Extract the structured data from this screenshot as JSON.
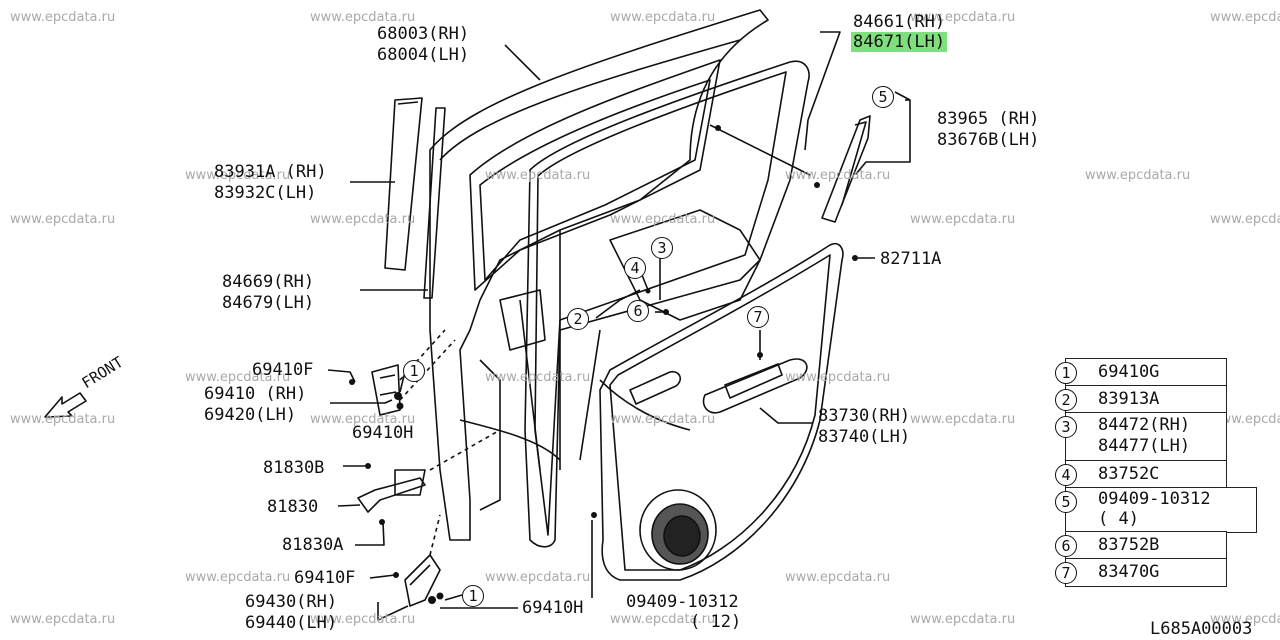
{
  "watermark": "www.epcdata.ru",
  "diagram_code": "L685A00003",
  "labels": {
    "p68003": "68003(RH)",
    "p68004": "68004(LH)",
    "p84661": "84661(RH)",
    "p84671": "84671(LH)",
    "p83965": "83965 (RH)",
    "p83676b": "83676B(LH)",
    "p83931a": "83931A (RH)",
    "p83932c": "83932C(LH)",
    "p84669": "84669(RH)",
    "p84679": "84679(LH)",
    "p82711a": "82711A",
    "p69410f_top": "69410F",
    "p69410": "69410 (RH)",
    "p69420": "69420(LH)",
    "p69410h_top": "69410H",
    "p81830b": "81830B",
    "p81830": "81830",
    "p81830a": "81830A",
    "p69410f_bot": "69410F",
    "p69430": "69430(RH)",
    "p69440": "69440(LH)",
    "p69410h_bot": "69410H",
    "p83730": "83730(RH)",
    "p83740": "83740(LH)",
    "p09409": "09409-10312",
    "p09409_qty": "( 12)",
    "front": "FRONT"
  },
  "callouts": {
    "c1a": "1",
    "c1b": "1",
    "c2": "2",
    "c3": "3",
    "c4": "4",
    "c5": "5",
    "c6": "6",
    "c7": "7"
  },
  "legend": [
    {
      "num": "1",
      "lines": [
        "69410G"
      ]
    },
    {
      "num": "2",
      "lines": [
        "83913A"
      ]
    },
    {
      "num": "3",
      "lines": [
        "84472(RH)",
        "84477(LH)"
      ]
    },
    {
      "num": "4",
      "lines": [
        "83752C"
      ]
    },
    {
      "num": "5",
      "lines": [
        "09409-10312",
        "( 4)"
      ]
    },
    {
      "num": "6",
      "lines": [
        "83752B"
      ]
    },
    {
      "num": "7",
      "lines": [
        "83470G"
      ]
    }
  ],
  "highlight_color": "#7fdf7f"
}
